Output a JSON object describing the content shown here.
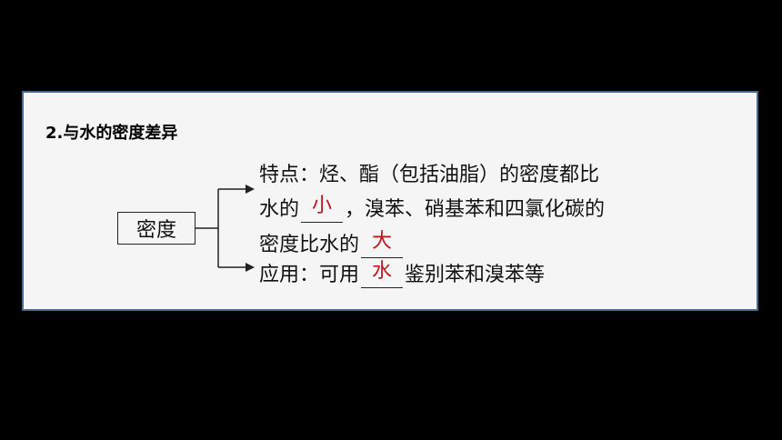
{
  "heading": "2.与水的密度差异",
  "density_label": "密度",
  "features": {
    "line1": "特点：烃、酯（包括油脂）的密度都比",
    "line2_prefix": "水的",
    "line2_answer": "小",
    "line2_suffix": "，溴苯、硝基苯和四氯化碳的",
    "line3_prefix": "密度比水的",
    "line3_answer": "大"
  },
  "application": {
    "prefix": "应用：可用",
    "answer": "水",
    "suffix": "鉴别苯和溴苯等"
  },
  "colors": {
    "background": "#000000",
    "panel": "#f5f5f5",
    "panel_border": "#4a6a90",
    "answer": "#c0141c"
  }
}
